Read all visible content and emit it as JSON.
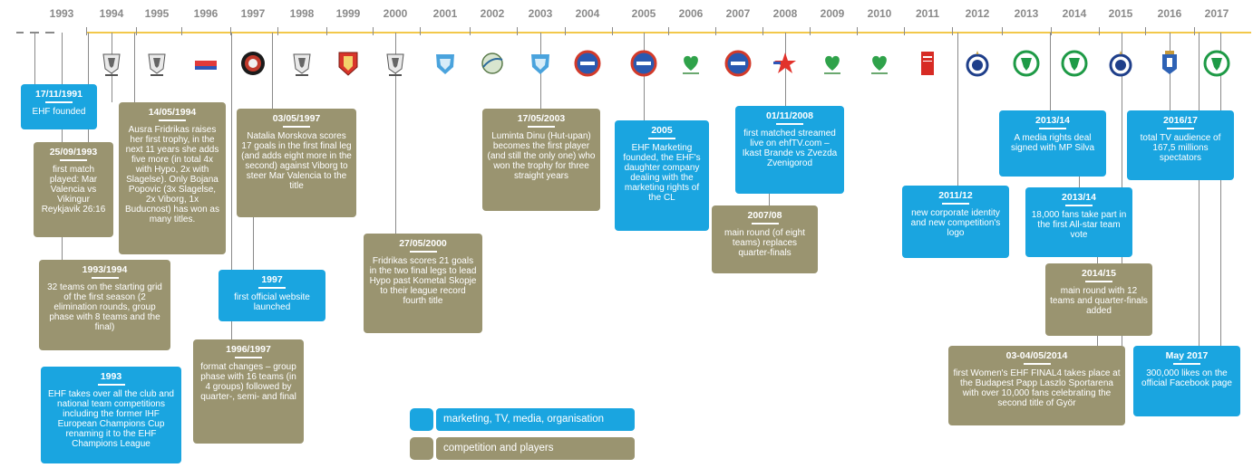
{
  "colors": {
    "blue": "#1aa5e0",
    "olive": "#9a9470",
    "axis": "#f2c84b",
    "year_text": "#8a8a8a"
  },
  "years": [
    "1993",
    "1994",
    "1995",
    "1996",
    "1997",
    "1998",
    "1999",
    "2000",
    "2001",
    "2002",
    "2003",
    "2004",
    "2005",
    "2006",
    "2007",
    "2008",
    "2009",
    "2010",
    "2011",
    "2012",
    "2013",
    "2014",
    "2015",
    "2016",
    "2017"
  ],
  "logos": [
    {
      "year": "1994",
      "icon": "ikast-club-crest-icon"
    },
    {
      "year": "1995",
      "icon": "ikast-club-crest-icon"
    },
    {
      "year": "1996",
      "icon": "team-wordmark-icon"
    },
    {
      "year": "1997",
      "icon": "ehf-round-emblem-icon"
    },
    {
      "year": "1998",
      "icon": "ikast-club-crest-icon"
    },
    {
      "year": "1999",
      "icon": "red-shield-crest-icon"
    },
    {
      "year": "2000",
      "icon": "ikast-club-crest-icon"
    },
    {
      "year": "2001",
      "icon": "blue-shield-crest-icon"
    },
    {
      "year": "2002",
      "icon": "green-ball-logo-icon"
    },
    {
      "year": "2003",
      "icon": "blue-shield-crest-icon"
    },
    {
      "year": "2004",
      "icon": "red-blue-roundel-icon"
    },
    {
      "year": "2005",
      "icon": "red-blue-roundel-icon"
    },
    {
      "year": "2006",
      "icon": "viborg-heart-logo-icon"
    },
    {
      "year": "2007",
      "icon": "red-blue-roundel-icon"
    },
    {
      "year": "2008",
      "icon": "red-star-logo-icon"
    },
    {
      "year": "2009",
      "icon": "viborg-heart-logo-icon"
    },
    {
      "year": "2010",
      "icon": "viborg-heart-logo-icon"
    },
    {
      "year": "2011",
      "icon": "red-banner-logo-icon"
    },
    {
      "year": "2012",
      "icon": "buducnost-crest-icon"
    },
    {
      "year": "2013",
      "icon": "gyor-green-crest-icon"
    },
    {
      "year": "2014",
      "icon": "gyor-green-crest-icon"
    },
    {
      "year": "2015",
      "icon": "buducnost-crest-icon"
    },
    {
      "year": "2016",
      "icon": "blue-tower-crest-icon"
    },
    {
      "year": "2017",
      "icon": "gyor-green-crest-icon"
    }
  ],
  "events": [
    {
      "category": "marketing",
      "title": "17/11/1991",
      "text": "EHF founded"
    },
    {
      "category": "competition",
      "title": "25/09/1993",
      "text": "first match played: Mar Valencia vs Vikingur Reykjavik 26:16"
    },
    {
      "category": "competition",
      "title": "1993/1994",
      "text": "32 teams on the starting grid of the first season (2 elimination rounds, group phase with 8 teams and the final)"
    },
    {
      "category": "marketing",
      "title": "1993",
      "text": "EHF takes over all the club and national team competitions including the former IHF European Champions Cup renaming it to the EHF Champions League"
    },
    {
      "category": "competition",
      "title": "14/05/1994",
      "text": "Ausra Fridrikas raises her first trophy, in the next 11 years she adds five more (in total 4x with Hypo, 2x with Slagelse). Only Bojana Popovic (3x Slagelse, 2x Viborg, 1x Buducnost) has won as many titles."
    },
    {
      "category": "competition",
      "title": "03/05/1997",
      "text": "Natalia Morskova scores 17 goals in the first final leg (and adds eight more in the second) against Viborg to steer Mar Valencia to the title"
    },
    {
      "category": "marketing",
      "title": "1997",
      "text": "first official website launched"
    },
    {
      "category": "competition",
      "title": "1996/1997",
      "text": "format changes – group phase with 16 teams (in 4 groups) followed by quarter-, semi- and final"
    },
    {
      "category": "competition",
      "title": "27/05/2000",
      "text": "Fridrikas scores 21 goals in the two final legs to lead Hypo past Kometal Skopje to their league record fourth title"
    },
    {
      "category": "competition",
      "title": "17/05/2003",
      "text": "Luminta Dinu (Hut-upan) becomes the first player (and still the only one) who won the trophy for three straight years"
    },
    {
      "category": "marketing",
      "title": "2005",
      "text": "EHF Marketing founded, the EHF's daughter company dealing with the marketing rights of the CL"
    },
    {
      "category": "marketing",
      "title": "01/11/2008",
      "text": "first matched streamed live on ehfTV.com – Ikast Brande vs Zvezda Zvenigorod"
    },
    {
      "category": "competition",
      "title": "2007/08",
      "text": "main round (of eight teams) replaces quarter-finals"
    },
    {
      "category": "marketing",
      "title": "2011/12",
      "text": "new corporate identity and new competition's logo"
    },
    {
      "category": "marketing",
      "title": "2013/14",
      "text": "A media rights deal signed with MP Silva"
    },
    {
      "category": "marketing",
      "title": "2013/14",
      "text": "18,000 fans take part in the first All-star team vote"
    },
    {
      "category": "competition",
      "title": "2014/15",
      "text": "main round with 12 teams and quarter-finals added"
    },
    {
      "category": "competition",
      "title": "03-04/05/2014",
      "text": "first Women's EHF FINAL4 takes place at the Budapest Papp Laszlo Sportarena with over 10,000 fans celebrating the second title of Györ"
    },
    {
      "category": "marketing",
      "title": "2016/17",
      "text": "total TV audience of 167,5 millions spectators"
    },
    {
      "category": "marketing",
      "title": "May 2017",
      "text": "300,000 likes on the official Facebook page"
    }
  ],
  "legend": [
    {
      "category": "marketing",
      "label": "marketing, TV, media, organisation"
    },
    {
      "category": "competition",
      "label": "competition and players"
    }
  ]
}
